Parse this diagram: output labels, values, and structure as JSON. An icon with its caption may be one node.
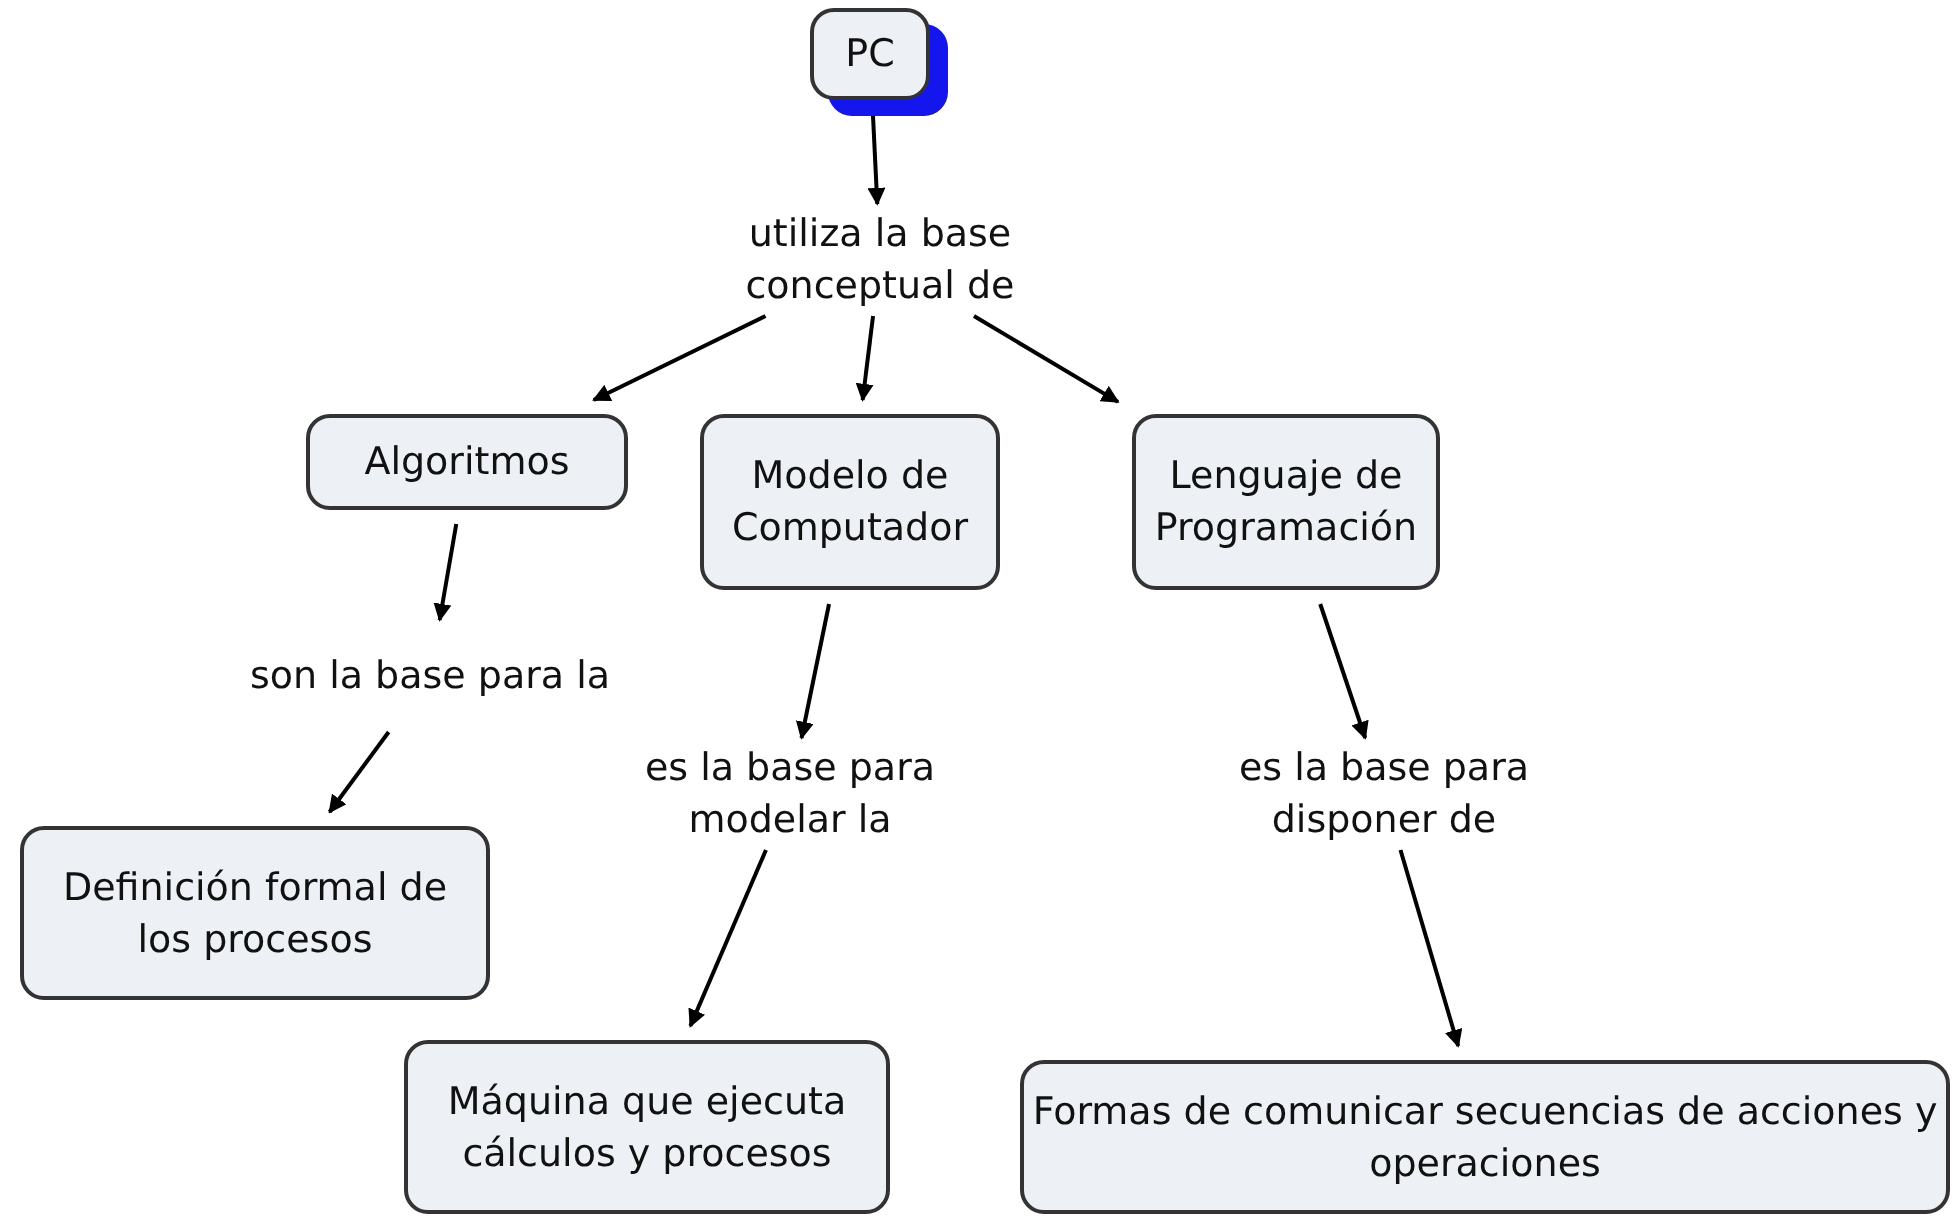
{
  "diagram": {
    "nodes": [
      {
        "text": [
          "PC"
        ]
      },
      {
        "text": [
          "utiliza la base conceptual de"
        ]
      },
      {
        "text": [
          "Algoritmos"
        ]
      },
      {
        "text": [
          "Modelo de Computador"
        ]
      },
      {
        "text": [
          "Lenguaje de Programación"
        ]
      },
      {
        "text": [
          "son la base para la"
        ]
      },
      {
        "text": [
          "es la base para modelar la"
        ]
      },
      {
        "text": [
          "es la base para disponer de"
        ]
      },
      {
        "text": [
          "Definición formal de los procesos"
        ]
      },
      {
        "text": [
          "Máquina que ejecuta cálculos y procesos"
        ]
      },
      {
        "text": [
          "Formas de comunicar secuencias de acciones y operaciones"
        ]
      }
    ],
    "edges": [
      {
        "from": 0,
        "to": 1,
        "arrow": "to"
      },
      {
        "from": 1,
        "to": 2,
        "arrow": "to"
      },
      {
        "from": 1,
        "to": 3,
        "arrow": "to"
      },
      {
        "from": 1,
        "to": 4,
        "arrow": "to"
      },
      {
        "from": 2,
        "to": 5,
        "arrow": "to"
      },
      {
        "from": 5,
        "to": 8,
        "arrow": "to"
      },
      {
        "from": 3,
        "to": 6,
        "arrow": "to"
      },
      {
        "from": 6,
        "to": 9,
        "arrow": "to"
      },
      {
        "from": 4,
        "to": 7,
        "arrow": "to"
      },
      {
        "from": 7,
        "to": 10,
        "arrow": "to"
      }
    ]
  }
}
